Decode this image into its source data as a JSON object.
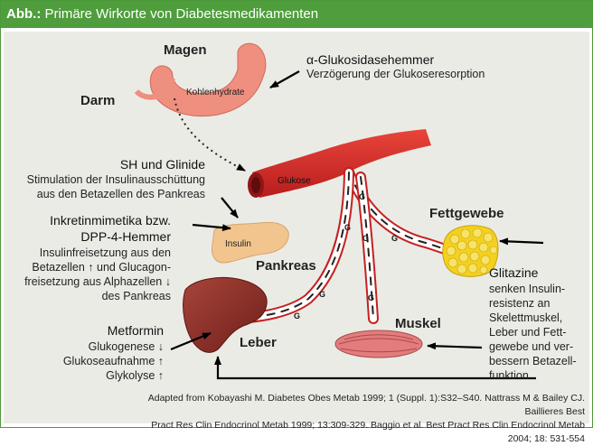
{
  "header": {
    "prefix": "Abb.:",
    "title": "Primäre Wirkorte von Diabetesmedikamenten"
  },
  "organs": {
    "magen": "Magen",
    "darm": "Darm",
    "pankreas": "Pankreas",
    "leber": "Leber",
    "muskel": "Muskel",
    "fettgewebe": "Fettgewebe"
  },
  "inner_labels": {
    "kohlenhydrate": "Kohlenhydrate",
    "glukose": "Glukose",
    "insulin": "Insulin",
    "g": "G"
  },
  "annotations": {
    "alpha": {
      "title": "α-Glukosidasehemmer",
      "desc": "Verzögerung der Glukoseresorption"
    },
    "sh": {
      "title": "SH und Glinide",
      "line1": "Stimulation der Insulinausschüttung",
      "line2": "aus den Betazellen des Pankreas"
    },
    "inkretin": {
      "title1": "Inkretinmimetika bzw.",
      "title2": "DPP-4-Hemmer",
      "line1": "Insulinfreisetzung aus den",
      "line2": "Betazellen ↑ und Glucagon-",
      "line3": "freisetzung aus Alphazellen ↓",
      "line4": "des Pankreas"
    },
    "metformin": {
      "title": "Metformin",
      "line1": "Glukogenese ↓",
      "line2": "Glukoseaufnahme ↑",
      "line3": "Glykolyse ↑"
    },
    "glitazine": {
      "title": "Glitazine",
      "line1": "senken Insulin-",
      "line2": "resistenz an",
      "line3": "Skelettmuskel,",
      "line4": "Leber und Fett-",
      "line5": "gewebe und ver-",
      "line6": "bessern Betazell-",
      "line7": "funktion"
    }
  },
  "caption": {
    "line1": "Adapted from Kobayashi M. Diabetes Obes Metab 1999; 1 (Suppl. 1):S32–S40. Nattrass M & Bailey CJ. Baillieres Best",
    "line2": "Pract Res Clin Endocrinol Metab 1999; 13:309-329. Baggio et al. Best Pract Res Clin Endocrinol Metab 2004; 18: 531-554"
  }
}
